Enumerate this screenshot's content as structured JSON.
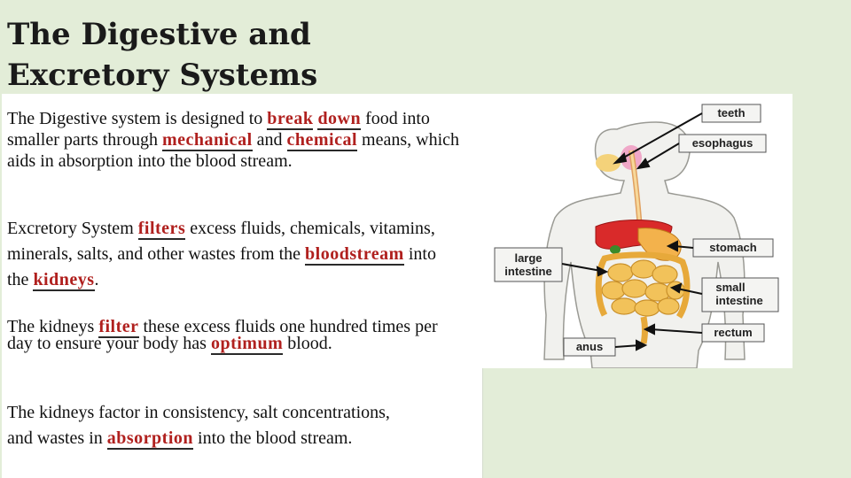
{
  "title": {
    "line1": "The Digestive and",
    "line2": "Excretory Systems"
  },
  "paragraphs": {
    "p1": {
      "a": "The Digestive system is designed to ",
      "b": "break",
      "c": " ",
      "d": "down",
      "e": " food into smaller parts through ",
      "f": "mechanical",
      "g": " and ",
      "h": "chemical",
      "i": " means, which aids in absorption into the blood stream."
    },
    "p2": {
      "a": "Excretory System ",
      "b": "filters",
      "c": " excess fluids, chemicals, vitamins, minerals, salts, and other wastes from the ",
      "d": "bloodstream",
      "e": " into the ",
      "f": "kidneys",
      "g": "."
    },
    "p3": {
      "a": "The kidneys ",
      "b": "filter",
      "c": " these excess fluids one hundred times per day to ensure your body has ",
      "d": "optimum",
      "e": " blood."
    },
    "p4": {
      "a": "The kidneys factor in consistency, salt concentrations,",
      "b": " and wastes in ",
      "c": "absorption",
      "d": " into the blood stream."
    }
  },
  "diagram": {
    "labels": {
      "teeth": "teeth",
      "esophagus": "esophagus",
      "large_intestine_1": "large",
      "large_intestine_2": "intestine",
      "stomach": "stomach",
      "small_intestine_1": "small",
      "small_intestine_2": "intestine",
      "rectum": "rectum",
      "anus": "anus"
    }
  }
}
